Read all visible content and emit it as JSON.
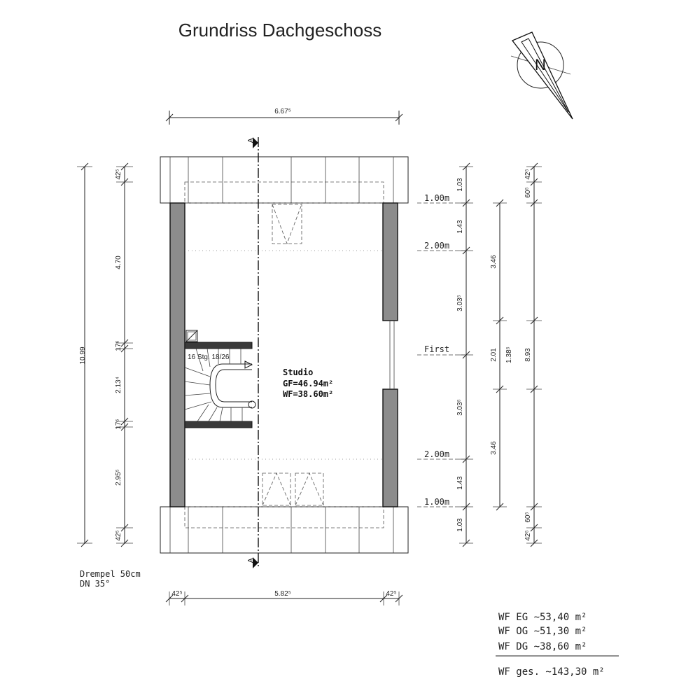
{
  "title": "Grundriss Dachgeschoss",
  "room": {
    "name": "Studio",
    "gf": "GF=46.94m²",
    "wf": "WF=38.60m²"
  },
  "stairs_label": "16 Stg. 18/26",
  "notes": {
    "drempel": "Drempel 50cm",
    "dn": "DN 35°"
  },
  "top_dimension": "6.67⁵",
  "bottom_dimensions": [
    "42⁵",
    "5.82⁵",
    "42⁵"
  ],
  "left_dimensions": {
    "overall": "10.99",
    "chain": [
      "42⁵",
      "4.70",
      "17⁶",
      "2.13⁴",
      "17⁶",
      "2.95⁵",
      "42⁵"
    ]
  },
  "right_inner_dimensions": [
    "1.03",
    "1.43",
    "3.03⁵",
    "3.03⁵",
    "1.43",
    "1.03"
  ],
  "right_mid_dimensions": [
    "3.46",
    "2.01",
    "3.46"
  ],
  "right_outer_dimensions": {
    "overall": "8.93",
    "chain": [
      "42⁵",
      "60⁵",
      "1.38⁵",
      "60⁵",
      "42⁵"
    ]
  },
  "height_labels": {
    "top_1m": "1.00m",
    "top_2m": "2.00m",
    "first": "First",
    "bottom_2m": "2.00m",
    "bottom_1m": "1.00m"
  },
  "section_marker": "A",
  "north_label": "N",
  "area_summary": {
    "rows": [
      "WF EG ~53,40 m²",
      "WF OG ~51,30 m²",
      "WF DG ~38,60 m²"
    ],
    "total": "WF ges. ~143,30 m²"
  },
  "colors": {
    "wall_fill": "#8c8c8c",
    "line": "#222222"
  }
}
